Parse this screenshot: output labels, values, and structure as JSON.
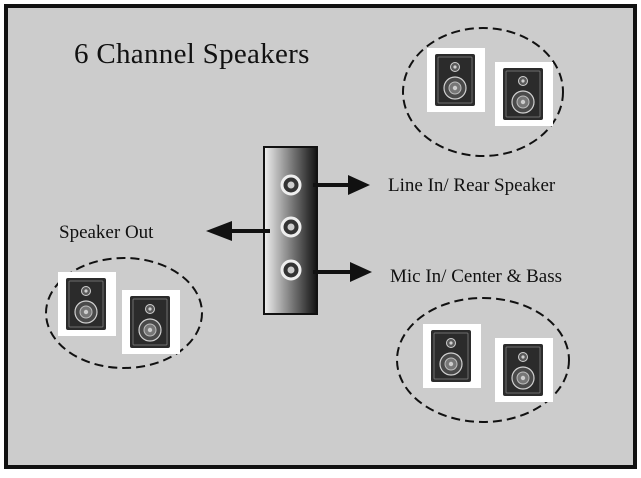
{
  "diagram": {
    "title": "6 Channel Speakers",
    "jacks": [
      {
        "label": "Line In/ Rear Speaker"
      },
      {
        "label": "Speaker Out"
      },
      {
        "label": "Mic In/ Center & Bass"
      }
    ]
  },
  "colors": {
    "panel_bg": "#cccccc",
    "ink": "#111111",
    "cabinet": "#2b2b2b",
    "jack_ring": "#dddddd"
  }
}
